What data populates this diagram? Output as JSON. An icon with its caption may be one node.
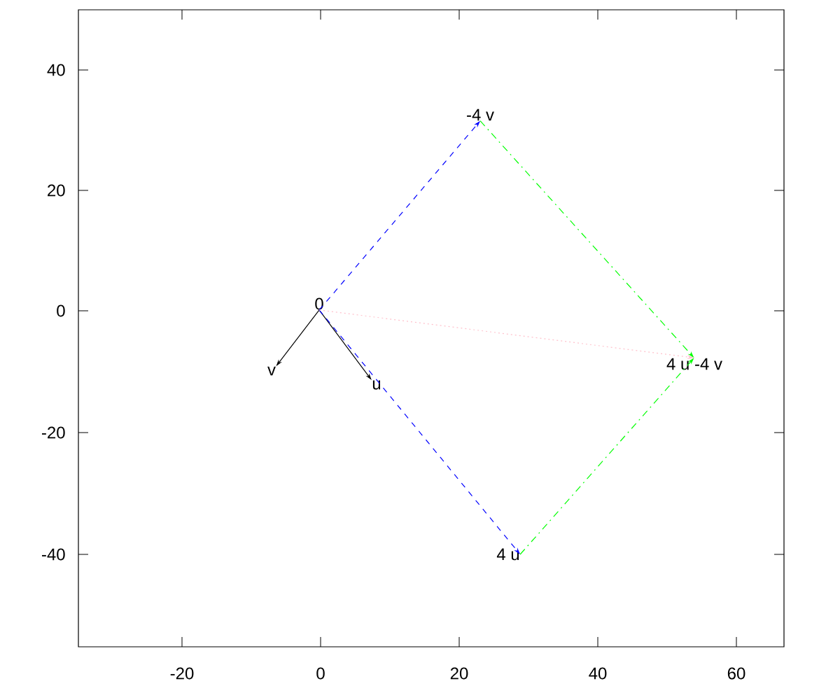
{
  "diagram": {
    "nodes": [
      {
        "text": [
          "0"
        ]
      },
      {
        "text": [
          "v"
        ]
      },
      {
        "text": [
          "u"
        ]
      },
      {
        "text": [
          "-4 v"
        ]
      },
      {
        "text": [
          "4 u"
        ]
      },
      {
        "text": [
          "4 u -4 v"
        ]
      }
    ],
    "edges": [
      {
        "from": 0,
        "to": 1,
        "arrow": "to"
      },
      {
        "from": 0,
        "to": 2,
        "arrow": "to"
      },
      {
        "from": 0,
        "to": 3,
        "arrow": "to",
        "style": "dashed",
        "color": "#0000ff"
      },
      {
        "from": 0,
        "to": 4,
        "arrow": "to",
        "style": "dashed",
        "color": "#0000ff"
      },
      {
        "from": 3,
        "to": 5,
        "arrow": "to",
        "style": "dashed",
        "color": "#00ff00"
      },
      {
        "from": 4,
        "to": 5,
        "arrow": "to",
        "style": "dashed",
        "color": "#00ff00"
      },
      {
        "from": 0,
        "to": 5,
        "arrow": "to",
        "style": "dashed",
        "color": "#ffc0cb"
      }
    ],
    "labels": [
      "40",
      "20",
      "0",
      "-20",
      "-40",
      "-20",
      "0",
      "20",
      "40",
      "60"
    ]
  }
}
